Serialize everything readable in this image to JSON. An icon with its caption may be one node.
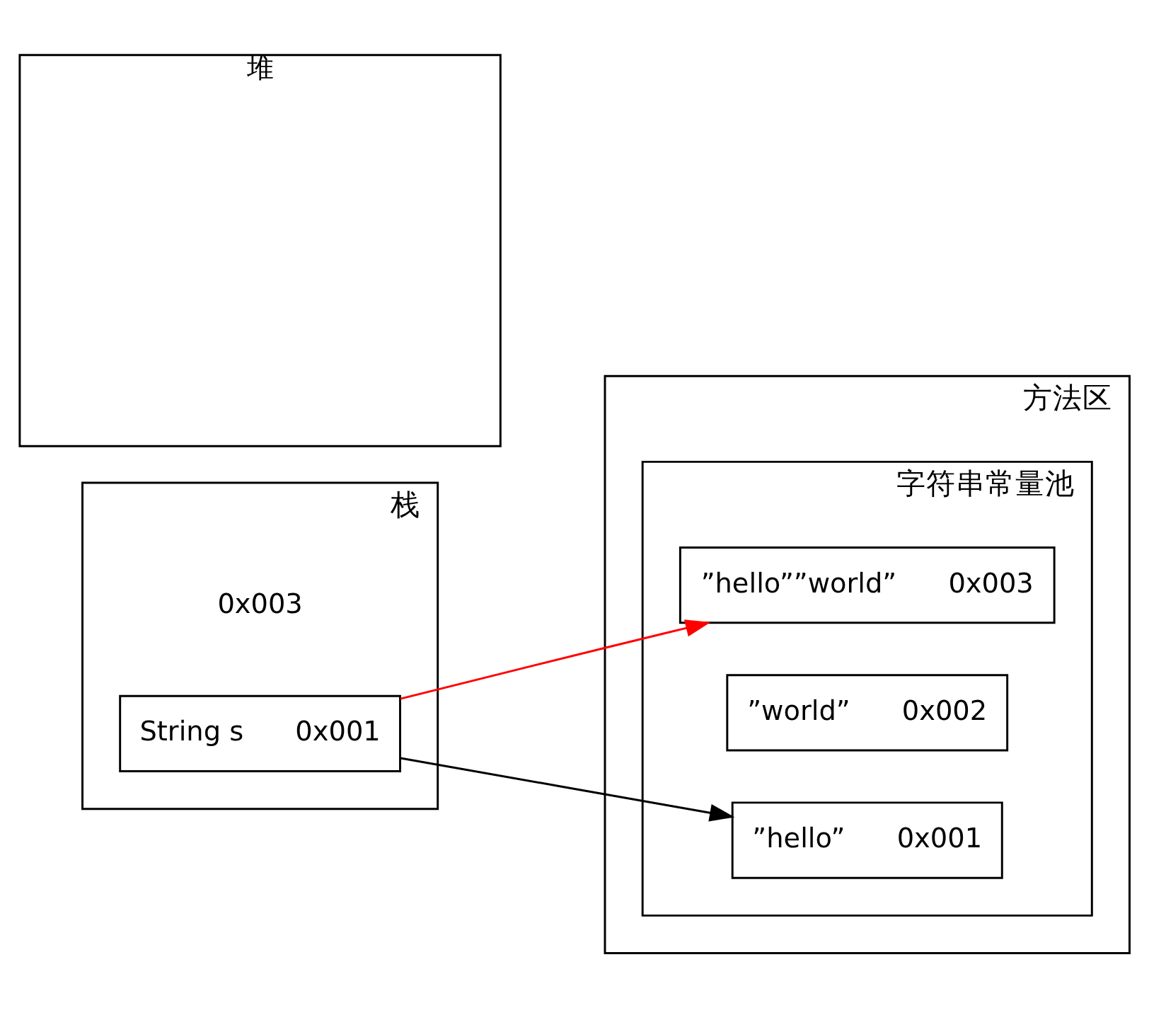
{
  "diagram": {
    "nodes": [
      {
        "text": [
          "栈"
        ]
      },
      {
        "text": [
          "String s",
          "0x001"
        ],
        "in": 0,
        "beside": [
          "0x003"
        ]
      },
      {
        "text": [
          "堆"
        ]
      },
      {
        "text": [
          "方法区"
        ]
      },
      {
        "text": [
          "字符串常量池"
        ],
        "in": 3
      },
      {
        "text": [
          "”hello”",
          "0x001"
        ],
        "in": 4
      },
      {
        "text": [
          "”world”",
          "0x002"
        ],
        "in": 4
      },
      {
        "text": [
          "”hello””world”",
          "0x003"
        ],
        "in": 4
      }
    ],
    "edges": [
      {
        "from": 1,
        "to": 5,
        "arrow": "to"
      },
      {
        "from": 1,
        "to": 7,
        "arrow": "to",
        "color": "#ff0000"
      }
    ]
  }
}
